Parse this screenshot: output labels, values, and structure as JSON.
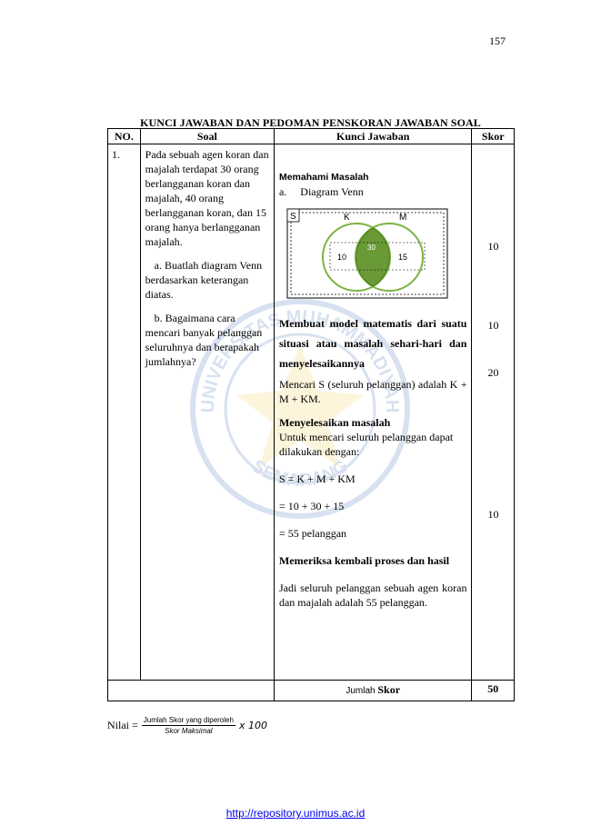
{
  "page_number": "157",
  "title": "KUNCI JAWABAN DAN PEDOMAN PENSKORAN JAWABAN SOAL",
  "headers": {
    "no": "NO.",
    "soal": "Soal",
    "kunci": "Kunci Jawaban",
    "skor": "Skor"
  },
  "row": {
    "no": "1.",
    "soal_intro": "Pada sebuah agen koran dan majalah terdapat 30 orang berlangganan koran dan majalah, 40 orang berlangganan koran, dan 15 orang hanya berlangganan majalah.",
    "soal_a": "a.  Buatlah diagram Venn berdasarkan keterangan diatas.",
    "soal_b": "b.  Bagaimana cara mencari banyak pelanggan seluruhnya dan berapakah jumlahnya?"
  },
  "answer": {
    "h1": "Memahami Masalah",
    "a_marker": "a.",
    "a_label": "Diagram Venn",
    "venn": {
      "s": "S",
      "k": "K",
      "m": "M",
      "left": "10",
      "mid": "30",
      "right": "15"
    },
    "h2": "Membuat model matematis dari suatu situasi atau masalah sehari-hari dan menyelesaikannya",
    "p2": "Mencari S (seluruh pelanggan) adalah K + M + KM.",
    "h3": "Menyelesaikan masalah",
    "p3": "Untuk mencari seluruh pelanggan dapat dilakukan dengan:",
    "eq1": "S = K + M + KM",
    "eq2": "= 10 + 30 + 15",
    "eq3": "= 55 pelanggan",
    "h4": "Memeriksa kembali proses dan hasil",
    "p4": "Jadi seluruh pelanggan sebuah agen koran dan majalah adalah 55 pelanggan."
  },
  "scores": [
    "10",
    "10",
    "20",
    "10"
  ],
  "jumlah_label": "Jumlah",
  "jumlah_label_bold": "Skor",
  "total": "50",
  "nilai": {
    "label": "Nilai =",
    "numerator": "Jumlah Skor yang diperoleh",
    "denominator": "Skor Maksimal",
    "multiplier": "x 100"
  },
  "footer_link": "http://repository.unimus.ac.id",
  "watermark_text": {
    "top": "UNIVERSITAS MUHAMMADIYAH",
    "bottom": "SEMARANG"
  },
  "colors": {
    "venn_green": "#7cb342",
    "venn_fill": "#6a9a35",
    "link": "#0000ee"
  }
}
